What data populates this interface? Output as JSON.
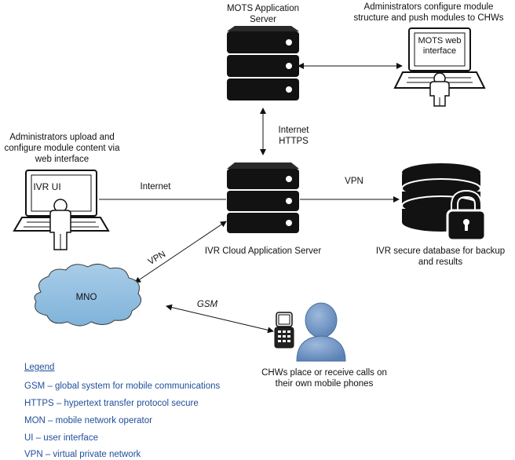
{
  "mots_server_label": "MOTS Application\nServer",
  "admin_configure_label": "Administrators configure module\nstructure and push modules to CHWs",
  "mots_web_screen": "MOTS web\ninterface",
  "internet_https_label": "Internet\nHTTPS",
  "admin_upload_label": "Administrators upload and\nconfigure module content via\nweb interface",
  "ivr_ui_screen": "IVR UI",
  "internet_label": "Internet",
  "vpn_top_label": "VPN",
  "ivr_cloud_label": "IVR Cloud Application Server",
  "ivr_db_label": "IVR secure database for backup\nand results",
  "vpn_diag_label": "VPN",
  "mno_label": "MNO",
  "gsm_label": "GSM",
  "chw_label": "CHWs place or receive calls on\ntheir own mobile phones",
  "legend": {
    "title": "Legend",
    "items": [
      "GSM – global system for mobile communications",
      "HTTPS – hypertext transfer protocol secure",
      "MON – mobile network operator",
      "UI – user interface",
      "VPN – virtual private network"
    ]
  }
}
